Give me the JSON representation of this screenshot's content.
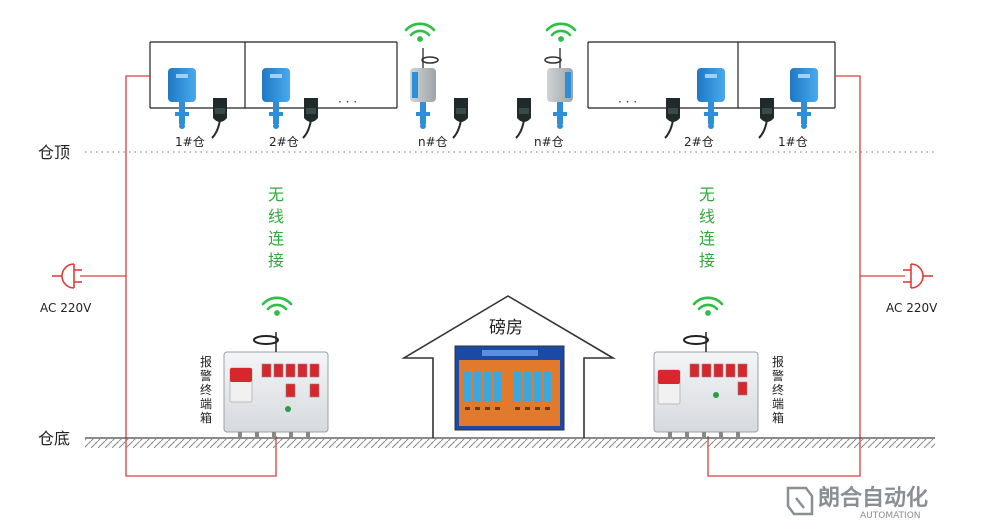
{
  "labels": {
    "roof": "仓顶",
    "floor": "仓底",
    "weighhouse": "磅房",
    "ac_left": "AC 220V",
    "ac_right": "AC 220V",
    "wireless_left": [
      "无",
      "线",
      "连",
      "接"
    ],
    "wireless_right": [
      "无",
      "线",
      "连",
      "接"
    ],
    "alarm_box_left": [
      "报",
      "警",
      "终",
      "端",
      "箱"
    ],
    "alarm_box_right": [
      "报",
      "警",
      "终",
      "端",
      "箱"
    ]
  },
  "silos_left": [
    "1#仓",
    "2#仓",
    "n#仓"
  ],
  "silos_right": [
    "n#仓",
    "2#仓",
    "1#仓"
  ],
  "ellipsis": "· · ·",
  "logo": {
    "name": "朗合自动化",
    "sub": "AUTOMATION"
  },
  "colors": {
    "power_line": "#e03c3c",
    "wireless_text": "#2eaa3a",
    "wifi": "#2ec046",
    "sensor_blue": "#2e8fd8",
    "probe_dark": "#1f2a2a"
  }
}
